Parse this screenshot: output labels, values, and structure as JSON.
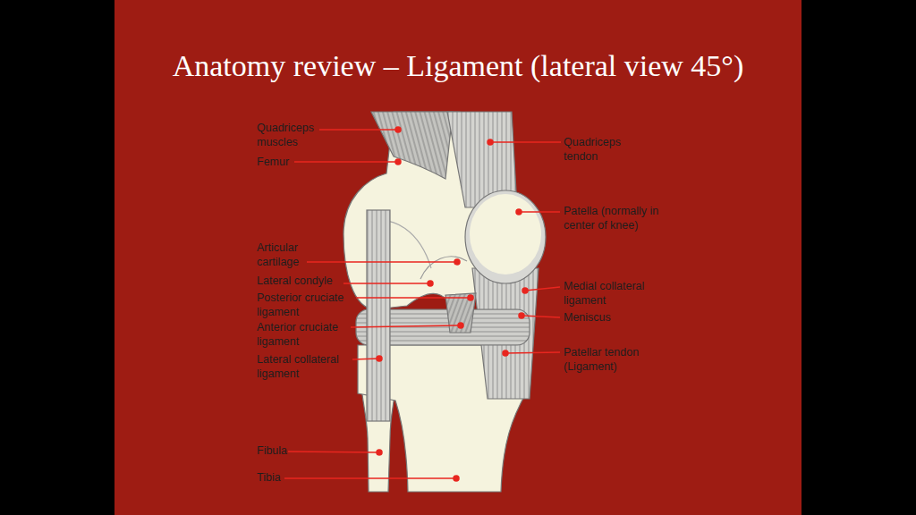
{
  "diagram": {
    "title": "Anatomy review – Ligament (lateral view 45°)",
    "labels": [
      "Quadriceps muscles",
      "Femur",
      "Articular cartilage",
      "Lateral condyle",
      "Posterior cruciate ligament",
      "Anterior cruciate ligament",
      "Lateral collateral ligament",
      "Fibula",
      "Tibia",
      "Quadriceps tendon",
      "Patella (normally in center of knee)",
      "Medial collateral ligament",
      "Meniscus",
      "Patellar tendon (Ligament)"
    ]
  }
}
